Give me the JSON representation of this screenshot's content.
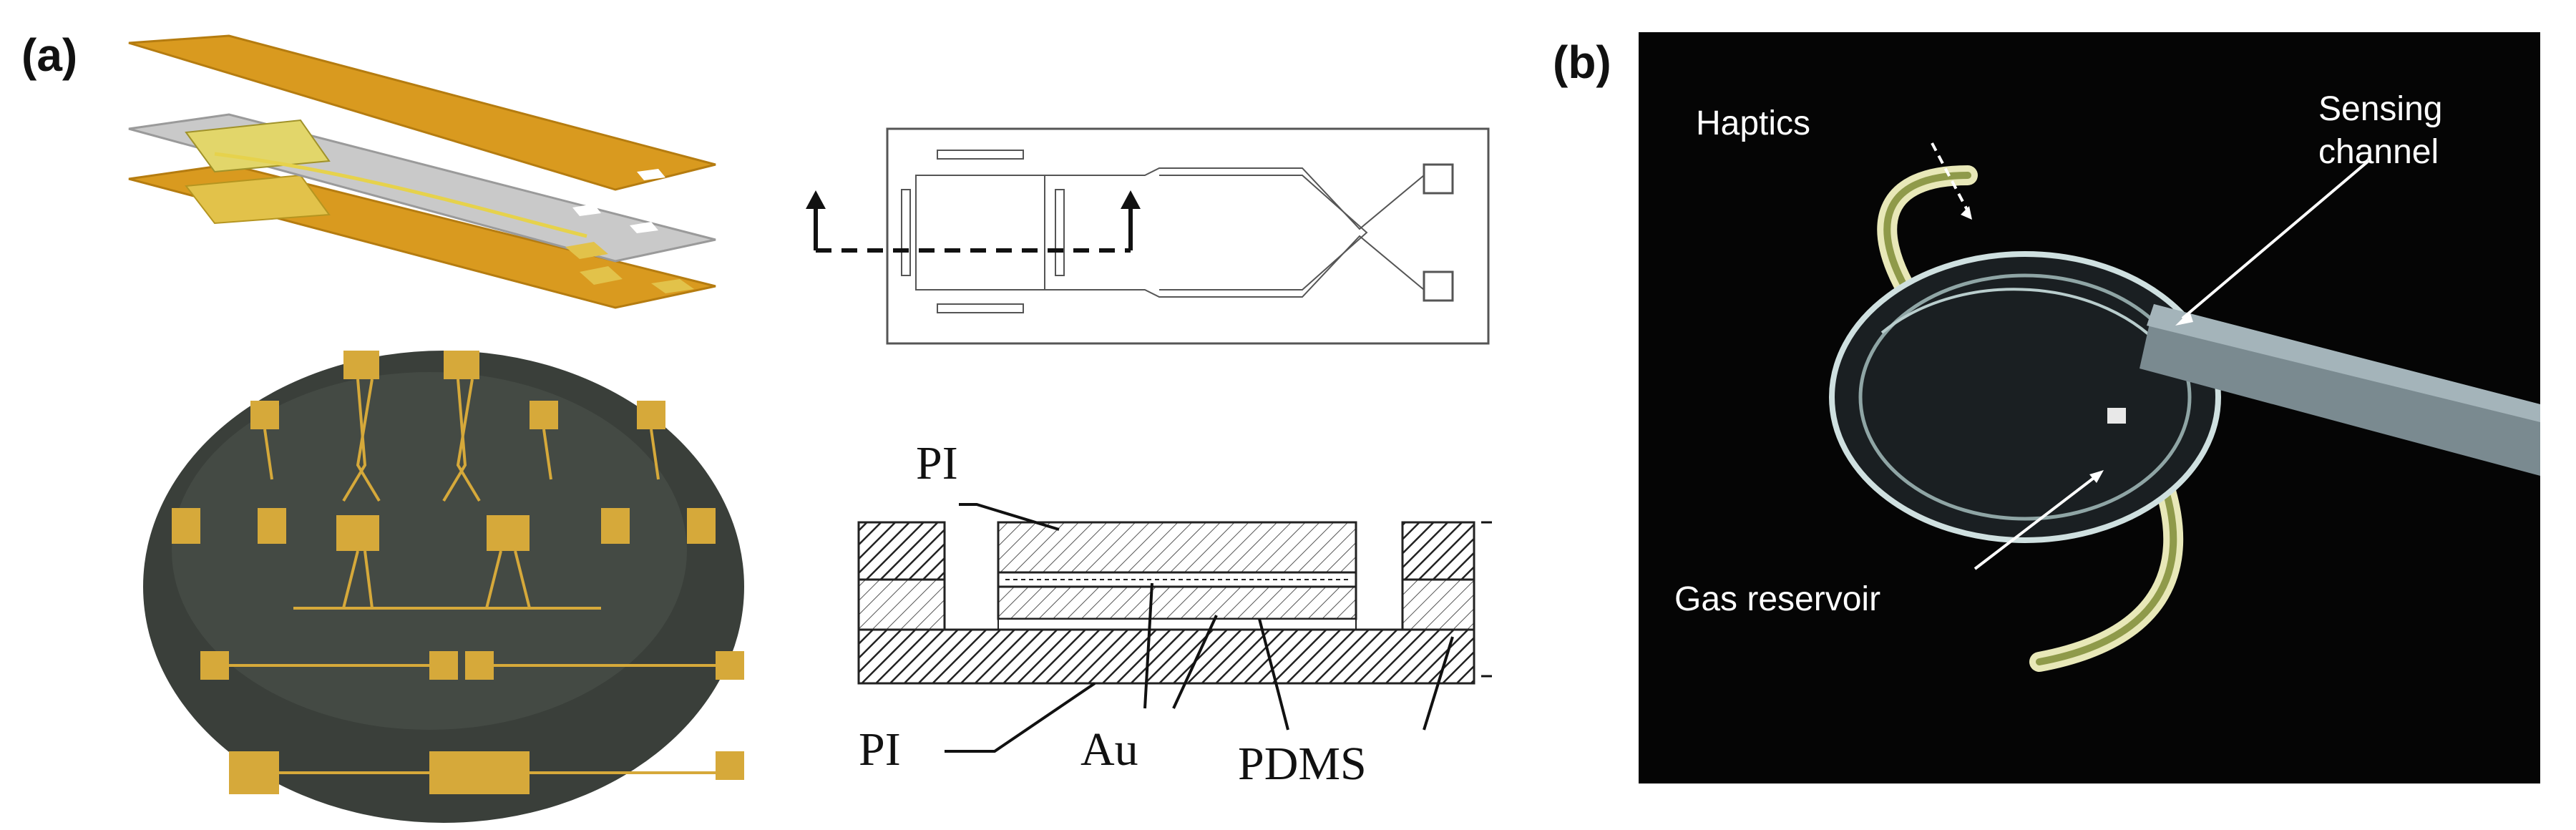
{
  "figure": {
    "panel_a": {
      "label": "(a)",
      "cross_section_labels": {
        "pi_top": "PI",
        "pi_bottom": "PI",
        "au": "Au",
        "pdms": "PDMS"
      }
    },
    "panel_b": {
      "label": "(b)",
      "annotations": {
        "haptics": "Haptics",
        "sensing_channel_line1": "Sensing",
        "sensing_channel_line2": "channel",
        "gas_reservoir": "Gas reservoir"
      }
    }
  },
  "colors": {
    "polyimide_orange": "#D99A1F",
    "electrode_gray": "#C9C9C9",
    "gold_pad": "#E2C24A",
    "wafer_dark": "#3A3F3A",
    "photo_background": "#050505"
  }
}
